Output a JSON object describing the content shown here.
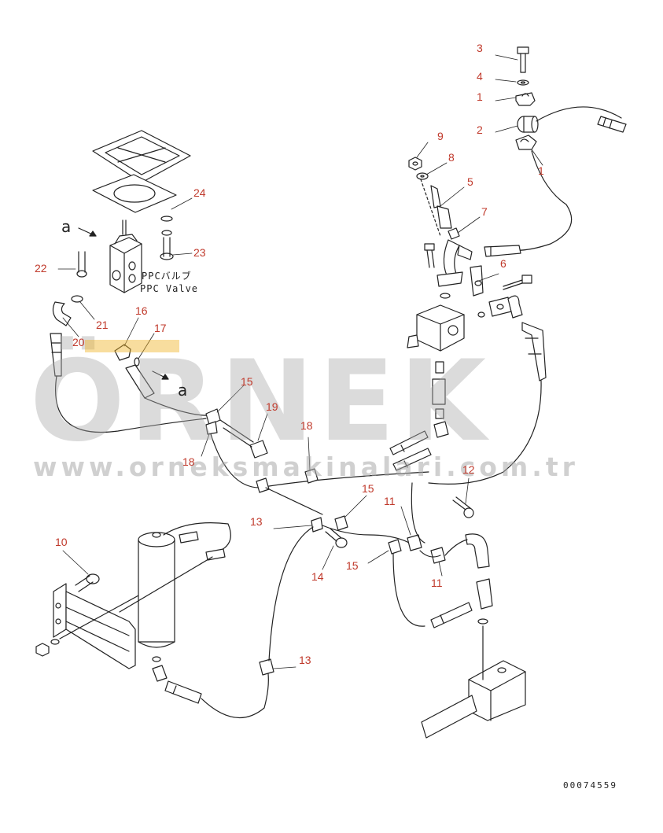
{
  "callouts": [
    {
      "id": "c3",
      "text": "3"
    },
    {
      "id": "c4",
      "text": "4"
    },
    {
      "id": "c1a",
      "text": "1"
    },
    {
      "id": "c2",
      "text": "2"
    },
    {
      "id": "c1b",
      "text": "1"
    },
    {
      "id": "c9",
      "text": "9"
    },
    {
      "id": "c8",
      "text": "8"
    },
    {
      "id": "c5",
      "text": "5"
    },
    {
      "id": "c7",
      "text": "7"
    },
    {
      "id": "c6",
      "text": "6"
    },
    {
      "id": "c24",
      "text": "24"
    },
    {
      "id": "c23",
      "text": "23"
    },
    {
      "id": "c22",
      "text": "22"
    },
    {
      "id": "c21",
      "text": "21"
    },
    {
      "id": "c20",
      "text": "20"
    },
    {
      "id": "c16",
      "text": "16"
    },
    {
      "id": "c17",
      "text": "17"
    },
    {
      "id": "c15a",
      "text": "15"
    },
    {
      "id": "c19",
      "text": "19"
    },
    {
      "id": "c18a",
      "text": "18"
    },
    {
      "id": "c18b",
      "text": "18"
    },
    {
      "id": "c12",
      "text": "12"
    },
    {
      "id": "c15b",
      "text": "15"
    },
    {
      "id": "c11a",
      "text": "11"
    },
    {
      "id": "c13a",
      "text": "13"
    },
    {
      "id": "c14",
      "text": "14"
    },
    {
      "id": "c15c",
      "text": "15"
    },
    {
      "id": "c11b",
      "text": "11"
    },
    {
      "id": "c10",
      "text": "10"
    },
    {
      "id": "c13b",
      "text": "13"
    }
  ],
  "labels": {
    "ppc_jp": "PPCバルブ",
    "ppc_en": "PPC Valve",
    "view_a_top": "a",
    "view_a_mid": "a",
    "drawing_no": "00074559"
  },
  "watermark": {
    "brand": "ÖRNEK",
    "url": "www.orneksmakinalari.com.tr"
  },
  "colors": {
    "callout": "#c0392b",
    "line": "#222222",
    "watermark": "#aaaaaa",
    "accent": "#f0b428"
  }
}
